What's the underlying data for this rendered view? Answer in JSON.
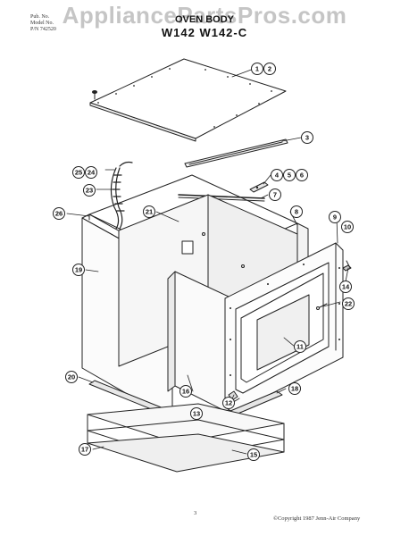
{
  "header": {
    "lines": [
      "Pub. No.",
      "Model No.",
      "P/N 742520"
    ],
    "title": "OVEN BODY",
    "models": "W142   W142-C"
  },
  "watermark": "AppliancePartsPros.com",
  "callouts": [
    "1",
    "2",
    "3",
    "4",
    "5",
    "6",
    "7",
    "8",
    "9",
    "10",
    "11",
    "12",
    "13",
    "14",
    "15",
    "16",
    "17",
    "18",
    "19",
    "20",
    "21",
    "22",
    "23",
    "24",
    "25",
    "26"
  ],
  "footer": {
    "page": "3",
    "copyright": "©Copyright 1987 Jenn-Air Company"
  }
}
